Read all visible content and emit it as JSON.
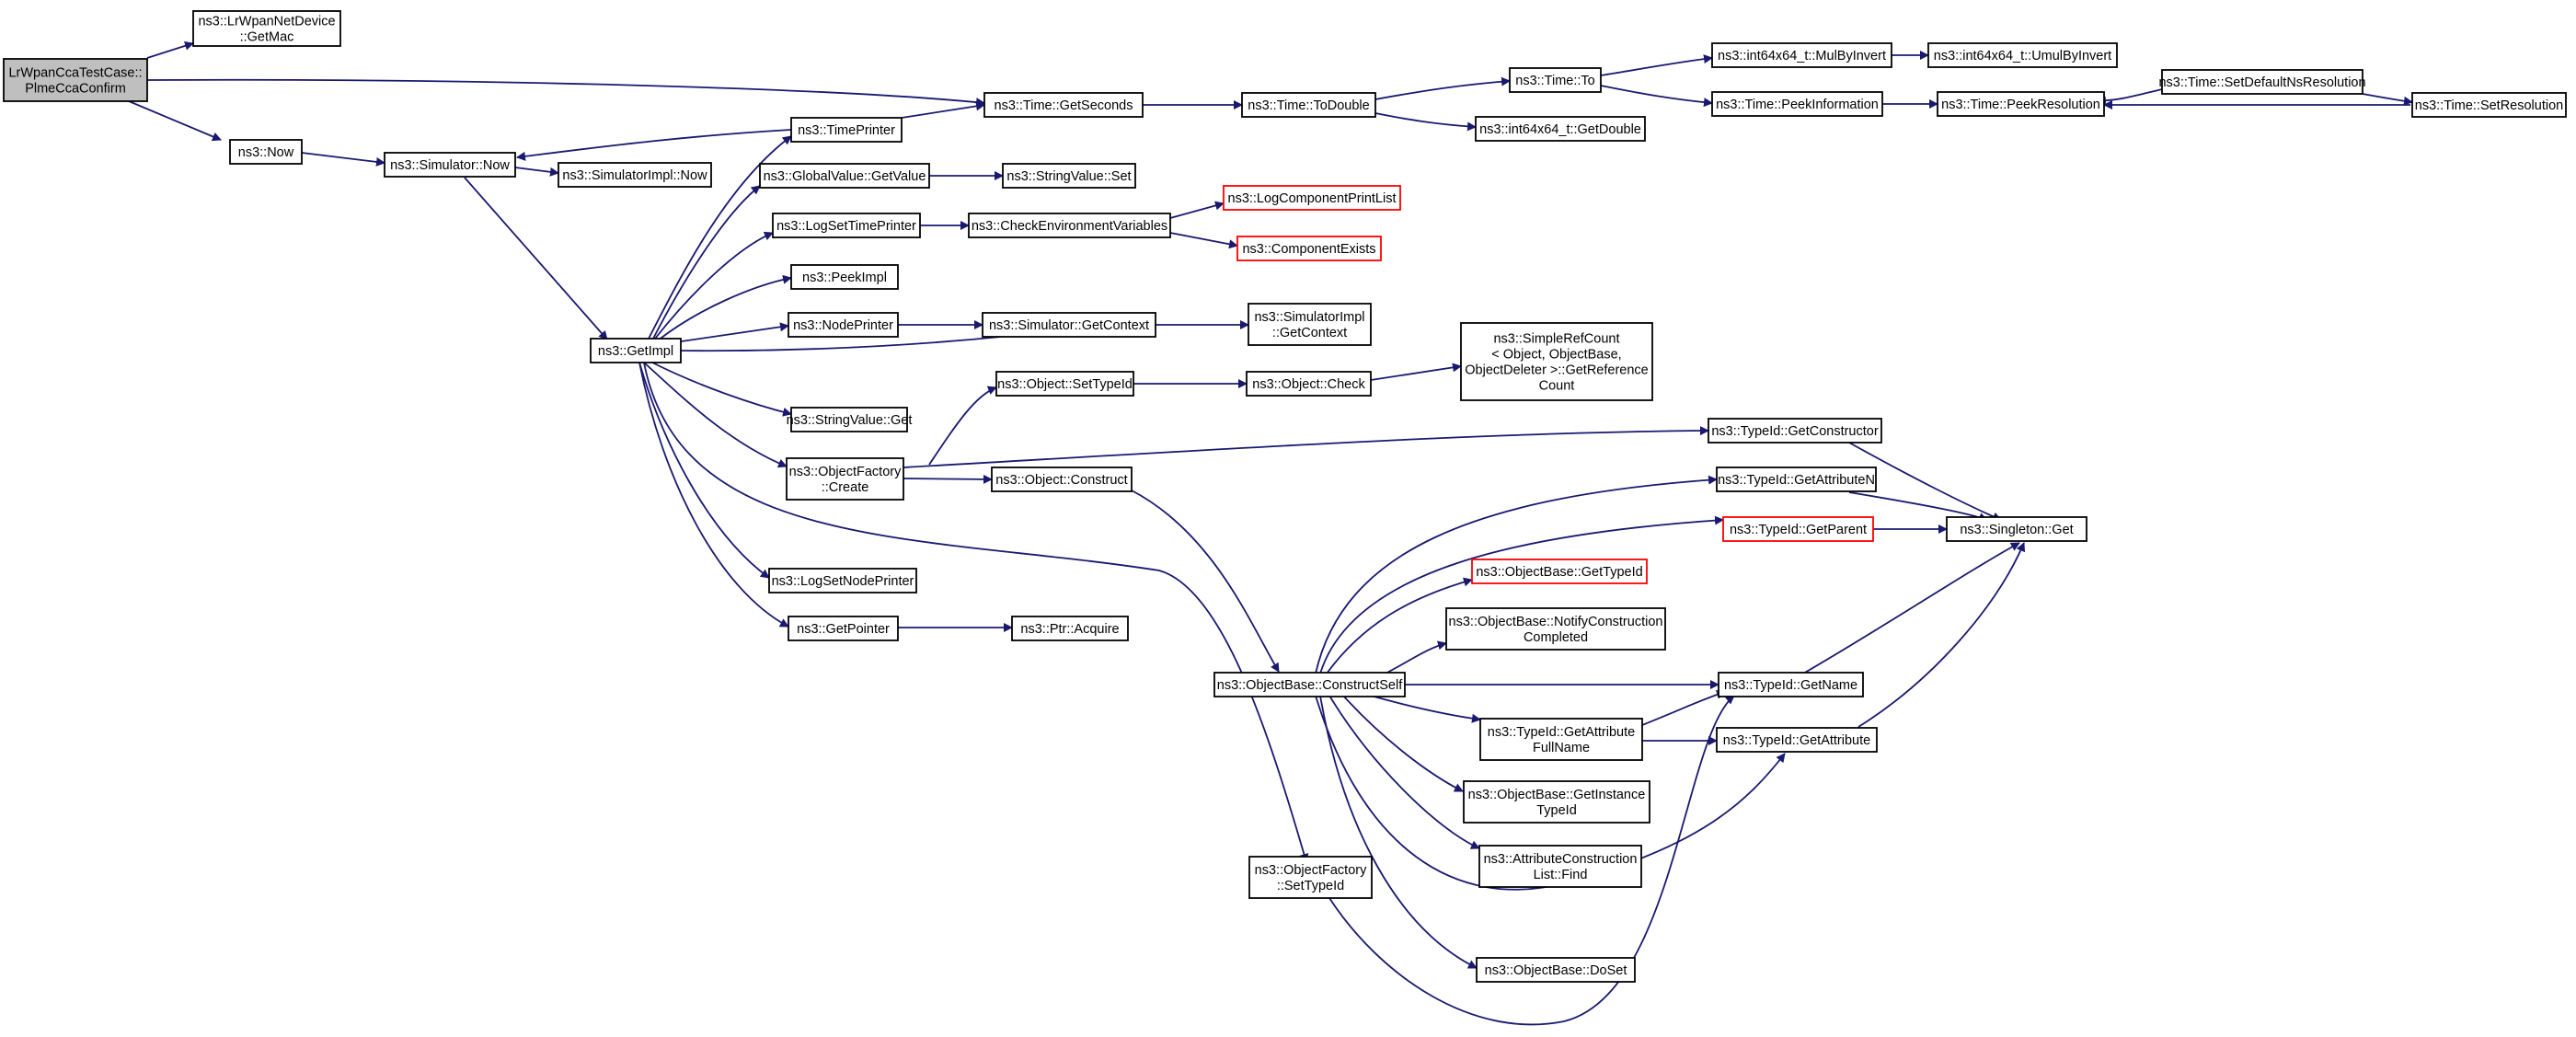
{
  "diagram": {
    "type": "call-graph",
    "nodes": [
      {
        "id": "root",
        "lines": [
          "LrWpanCcaTestCase::",
          "PlmeCcaConfirm"
        ],
        "root": true
      },
      {
        "id": "getmac",
        "lines": [
          "ns3::LrWpanNetDevice",
          "::GetMac"
        ]
      },
      {
        "id": "now",
        "lines": [
          "ns3::Now"
        ]
      },
      {
        "id": "simnow",
        "lines": [
          "ns3::Simulator::Now"
        ]
      },
      {
        "id": "simimplnow",
        "lines": [
          "ns3::SimulatorImpl::Now"
        ]
      },
      {
        "id": "getimpl",
        "lines": [
          "ns3::GetImpl"
        ]
      },
      {
        "id": "timeprinter",
        "lines": [
          "ns3::TimePrinter"
        ]
      },
      {
        "id": "gvgetvalue",
        "lines": [
          "ns3::GlobalValue::GetValue"
        ]
      },
      {
        "id": "logsettime",
        "lines": [
          "ns3::LogSetTimePrinter"
        ]
      },
      {
        "id": "peekimpl",
        "lines": [
          "ns3::PeekImpl"
        ]
      },
      {
        "id": "nodeprinter",
        "lines": [
          "ns3::NodePrinter"
        ]
      },
      {
        "id": "svget",
        "lines": [
          "ns3::StringValue::Get"
        ]
      },
      {
        "id": "ofcreate",
        "lines": [
          "ns3::ObjectFactory",
          "::Create"
        ]
      },
      {
        "id": "logsetnode",
        "lines": [
          "ns3::LogSetNodePrinter"
        ]
      },
      {
        "id": "getpointer",
        "lines": [
          "ns3::GetPointer"
        ]
      },
      {
        "id": "getseconds",
        "lines": [
          "ns3::Time::GetSeconds"
        ]
      },
      {
        "id": "svset",
        "lines": [
          "ns3::StringValue::Set"
        ]
      },
      {
        "id": "checkenv",
        "lines": [
          "ns3::CheckEnvironmentVariables"
        ]
      },
      {
        "id": "simgetctx",
        "lines": [
          "ns3::Simulator::GetContext"
        ]
      },
      {
        "id": "objsettid",
        "lines": [
          "ns3::Object::SetTypeId"
        ]
      },
      {
        "id": "objconstruct",
        "lines": [
          "ns3::Object::Construct"
        ]
      },
      {
        "id": "ptracquire",
        "lines": [
          "ns3::Ptr::Acquire"
        ]
      },
      {
        "id": "todouble",
        "lines": [
          "ns3::Time::ToDouble"
        ]
      },
      {
        "id": "logcomplist",
        "lines": [
          "ns3::LogComponentPrintList"
        ],
        "truncated": true
      },
      {
        "id": "compexists",
        "lines": [
          "ns3::ComponentExists"
        ],
        "truncated": true
      },
      {
        "id": "simimplgetctx",
        "lines": [
          "ns3::SimulatorImpl",
          "::GetContext"
        ]
      },
      {
        "id": "objcheck",
        "lines": [
          "ns3::Object::Check"
        ]
      },
      {
        "id": "constructself",
        "lines": [
          "ns3::ObjectBase::ConstructSelf"
        ]
      },
      {
        "id": "ofsettid",
        "lines": [
          "ns3::ObjectFactory",
          "::SetTypeId"
        ]
      },
      {
        "id": "timeto",
        "lines": [
          "ns3::Time::To"
        ]
      },
      {
        "id": "getdouble",
        "lines": [
          "ns3::int64x64_t::GetDouble"
        ]
      },
      {
        "id": "simplerefcount",
        "lines": [
          "ns3::SimpleRefCount",
          "< Object, ObjectBase,",
          "ObjectDeleter >::GetReference",
          "Count"
        ]
      },
      {
        "id": "obgettid",
        "lines": [
          "ns3::ObjectBase::GetTypeId"
        ],
        "truncated": true
      },
      {
        "id": "notifyconst",
        "lines": [
          "ns3::ObjectBase::NotifyConstruction",
          "Completed"
        ]
      },
      {
        "id": "tidgetattrfull",
        "lines": [
          "ns3::TypeId::GetAttribute",
          "FullName"
        ]
      },
      {
        "id": "getinstance",
        "lines": [
          "ns3::ObjectBase::GetInstance",
          "TypeId"
        ]
      },
      {
        "id": "attrconstfind",
        "lines": [
          "ns3::AttributeConstruction",
          "List::Find"
        ]
      },
      {
        "id": "dosetobj",
        "lines": [
          "ns3::ObjectBase::DoSet"
        ]
      },
      {
        "id": "mulbyinvert",
        "lines": [
          "ns3::int64x64_t::MulByInvert"
        ]
      },
      {
        "id": "peekinfo",
        "lines": [
          "ns3::Time::PeekInformation"
        ]
      },
      {
        "id": "tidgetconstructor",
        "lines": [
          "ns3::TypeId::GetConstructor"
        ]
      },
      {
        "id": "tidgetattrn",
        "lines": [
          "ns3::TypeId::GetAttributeN"
        ]
      },
      {
        "id": "tidgetparent",
        "lines": [
          "ns3::TypeId::GetParent"
        ],
        "truncated": true
      },
      {
        "id": "tidgetname",
        "lines": [
          "ns3::TypeId::GetName"
        ]
      },
      {
        "id": "tidgetattr",
        "lines": [
          "ns3::TypeId::GetAttribute"
        ]
      },
      {
        "id": "umulbyinvert",
        "lines": [
          "ns3::int64x64_t::UmulByInvert"
        ]
      },
      {
        "id": "peekres",
        "lines": [
          "ns3::Time::PeekResolution"
        ]
      },
      {
        "id": "singletonget",
        "lines": [
          "ns3::Singleton::Get"
        ]
      },
      {
        "id": "setdefres",
        "lines": [
          "ns3::Time::SetDefaultNsResolution"
        ]
      },
      {
        "id": "setres",
        "lines": [
          "ns3::Time::SetResolution"
        ]
      }
    ]
  }
}
